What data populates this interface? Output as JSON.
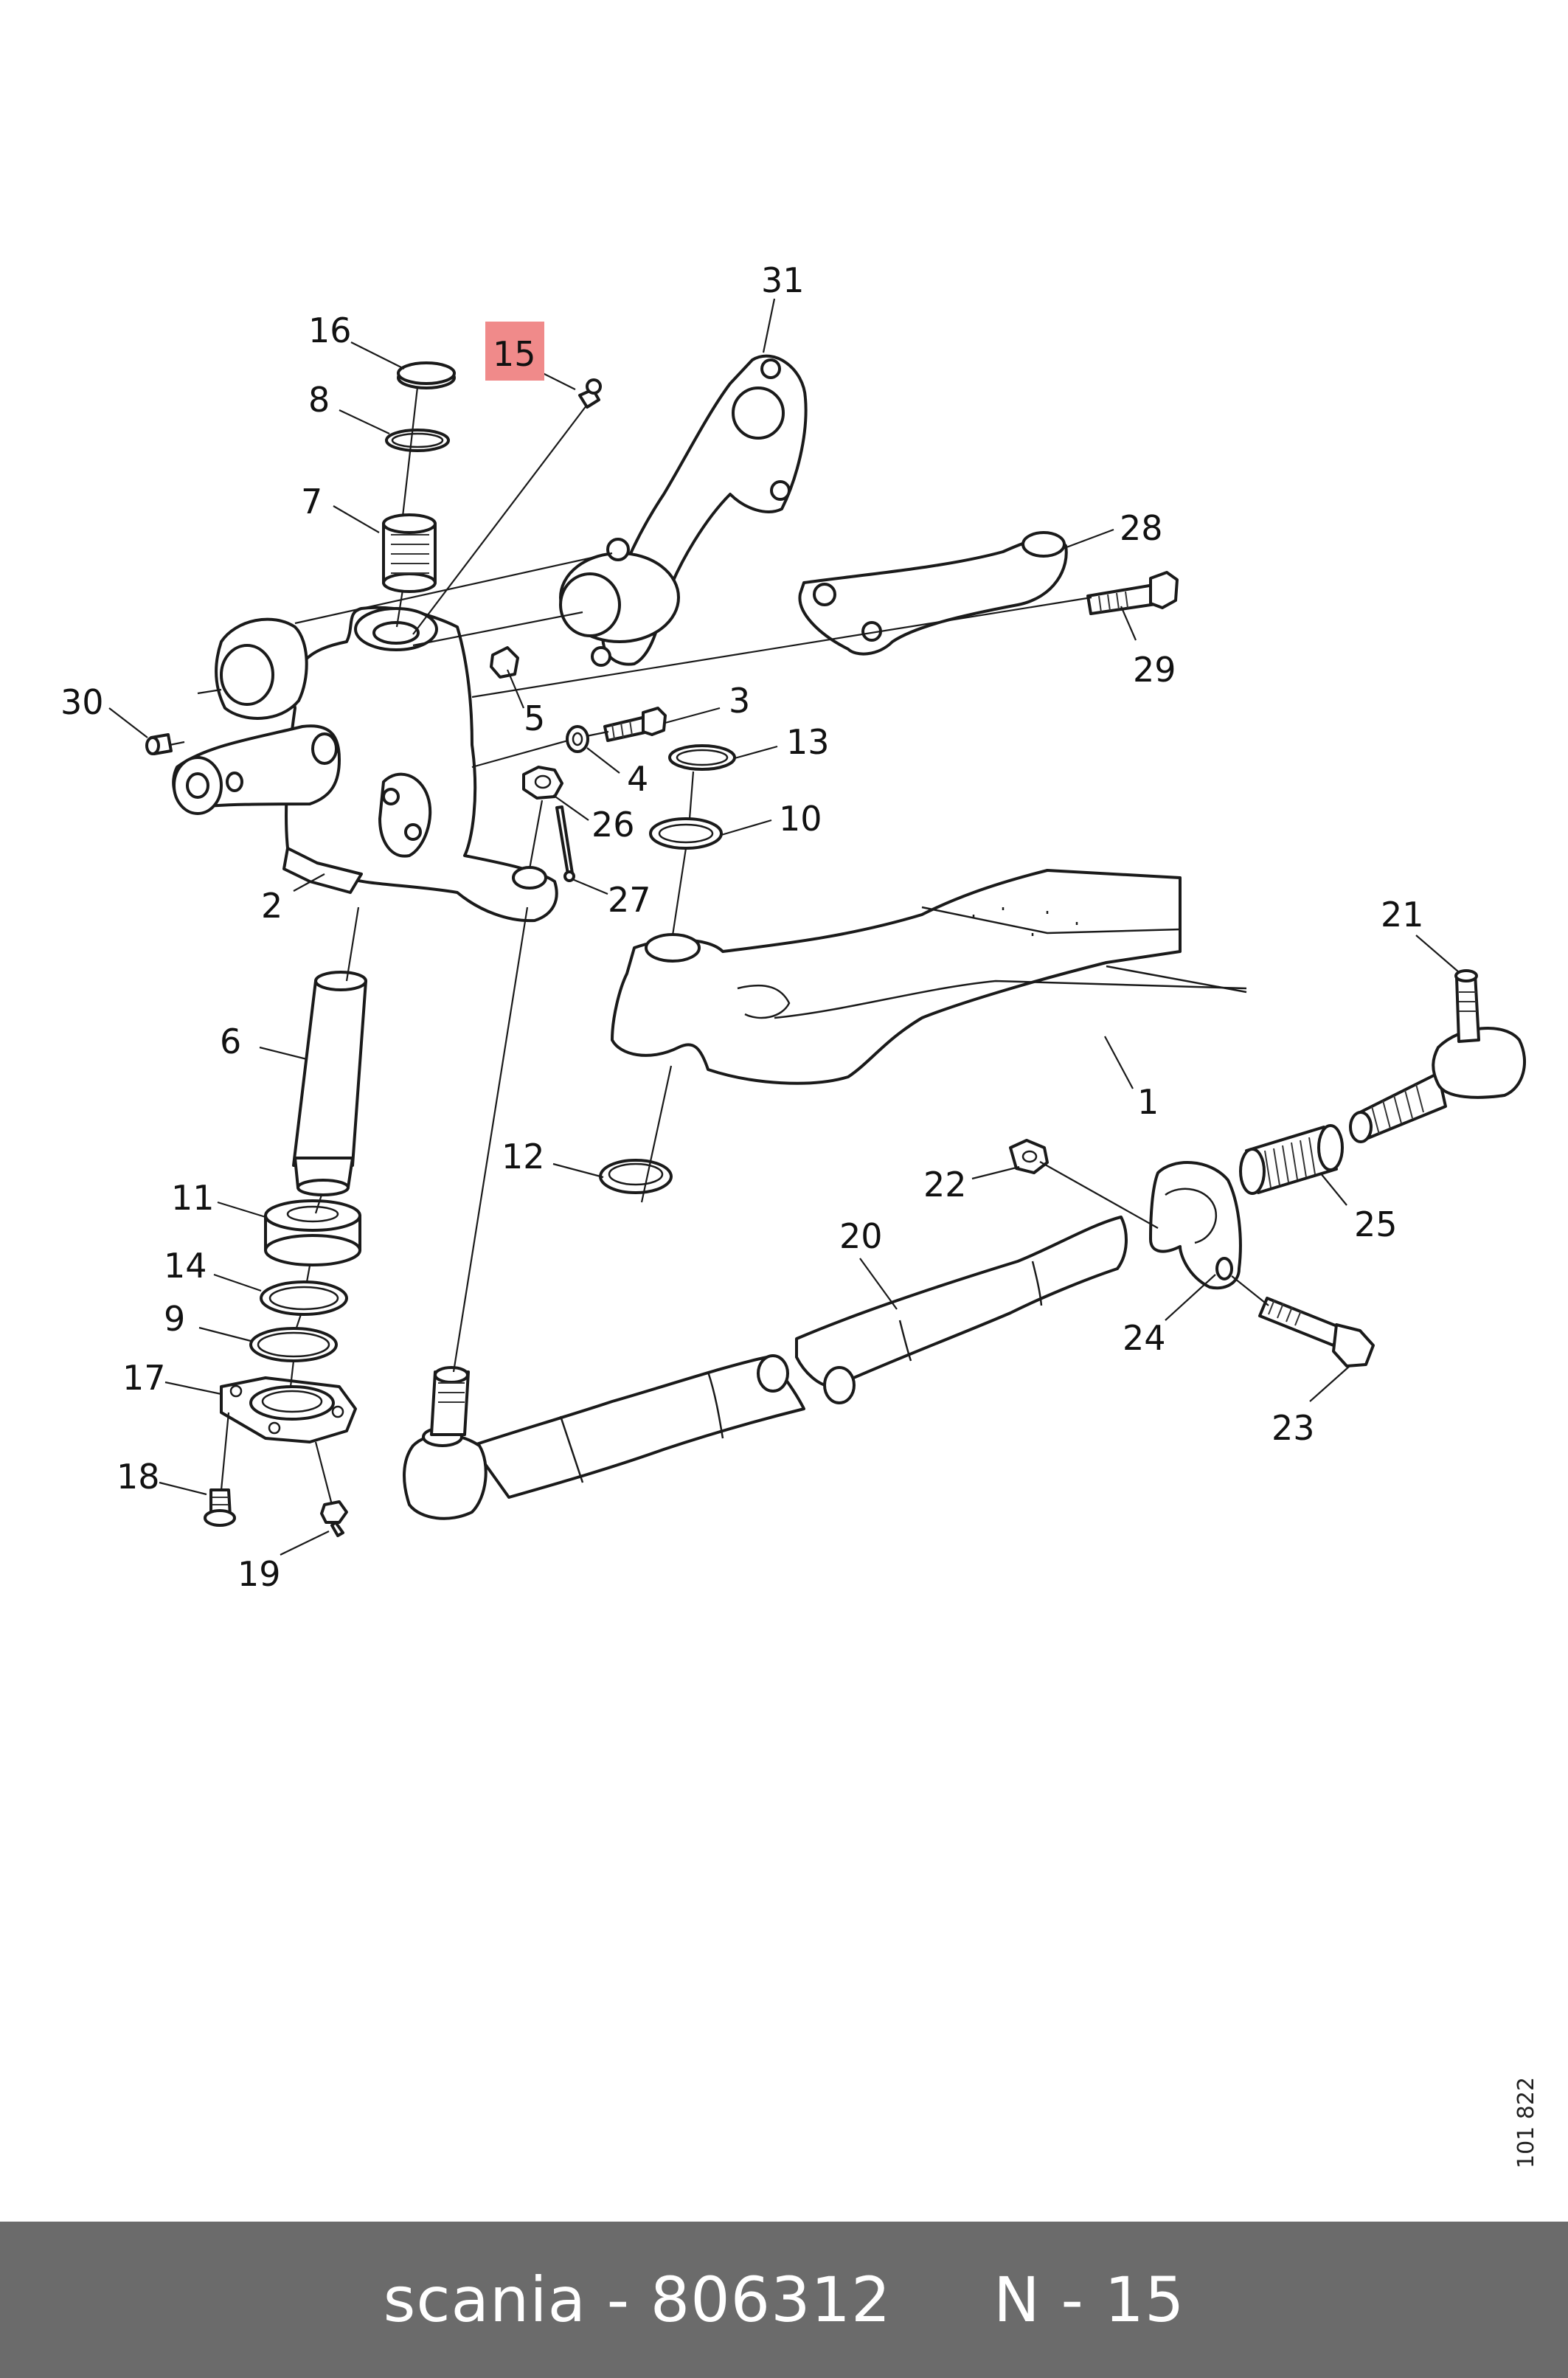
{
  "diagram": {
    "highlight_color": "#f08a8a",
    "highlighted_part": "15",
    "callouts": [
      "1",
      "2",
      "3",
      "4",
      "5",
      "6",
      "7",
      "8",
      "9",
      "10",
      "11",
      "12",
      "13",
      "14",
      "15",
      "16",
      "17",
      "18",
      "19",
      "20",
      "21",
      "22",
      "23",
      "24",
      "25",
      "26",
      "27",
      "28",
      "29",
      "30",
      "31"
    ]
  },
  "document_ref": "101 822",
  "footer": {
    "text": "scania - 806312     N - 15",
    "background": "#6b6b6b"
  }
}
